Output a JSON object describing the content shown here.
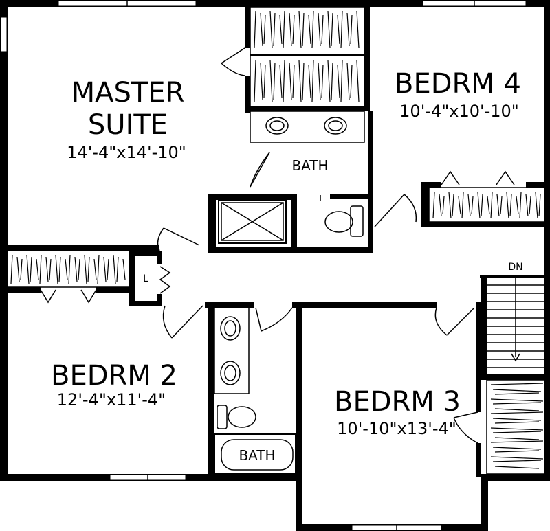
{
  "rooms": {
    "master": {
      "name_line1": "MASTER",
      "name_line2": "SUITE",
      "dims": "14'-4\"x14'-10\""
    },
    "bedroom4": {
      "name": "BEDRM 4",
      "dims": "10'-4\"x10'-10\""
    },
    "bedroom2": {
      "name": "BEDRM 2",
      "dims": "12'-4\"x11'-4\""
    },
    "bedroom3": {
      "name": "BEDRM 3",
      "dims": "10'-10\"x13'-4\""
    },
    "master_bath": {
      "name": "BATH"
    },
    "hall_bath": {
      "name": "BATH"
    },
    "linen": {
      "name": "L"
    },
    "stairs": {
      "name": "DN"
    }
  }
}
